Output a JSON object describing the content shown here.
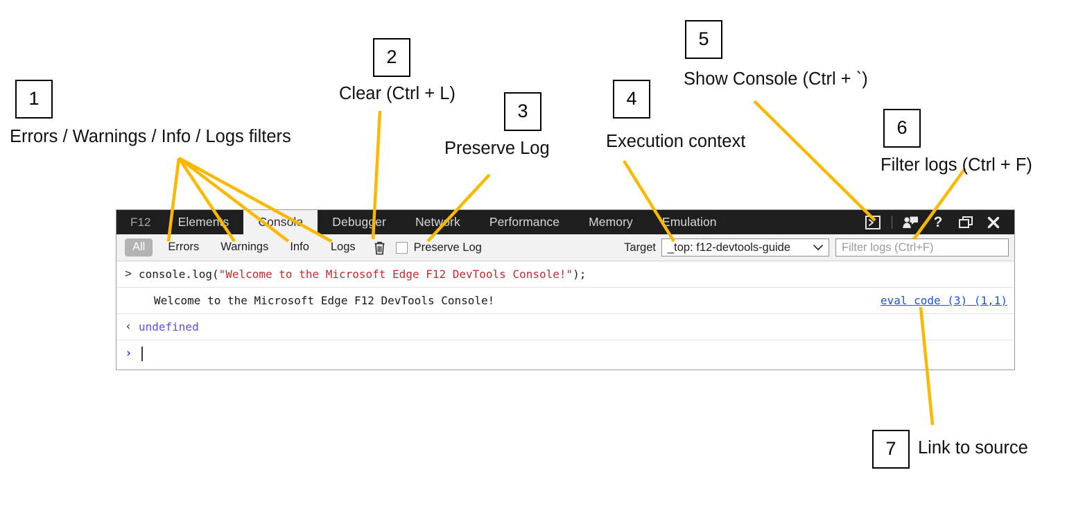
{
  "annotations": [
    {
      "num": "1",
      "text": "Errors / Warnings / Info / Logs filters"
    },
    {
      "num": "2",
      "text": "Clear (Ctrl + L)"
    },
    {
      "num": "3",
      "text": "Preserve Log"
    },
    {
      "num": "4",
      "text": "Execution context"
    },
    {
      "num": "5",
      "text": "Show Console (Ctrl + `)"
    },
    {
      "num": "6",
      "text": "Filter logs (Ctrl + F)"
    },
    {
      "num": "7",
      "text": "Link to source"
    }
  ],
  "leader_color": "#FBB800",
  "devtools": {
    "tabs": [
      {
        "label": "F12",
        "active": false,
        "brand": true
      },
      {
        "label": "Elements",
        "active": false
      },
      {
        "label": "Console",
        "active": true
      },
      {
        "label": "Debugger",
        "active": false
      },
      {
        "label": "Network",
        "active": false
      },
      {
        "label": "Performance",
        "active": false
      },
      {
        "label": "Memory",
        "active": false
      },
      {
        "label": "Emulation",
        "active": false
      }
    ],
    "tool_icons": [
      {
        "name": "show-console-icon",
        "glyph": ">"
      },
      {
        "name": "feedback-icon",
        "glyph": ""
      },
      {
        "name": "help-icon",
        "glyph": "?"
      },
      {
        "name": "undock-icon",
        "glyph": ""
      },
      {
        "name": "close-icon",
        "glyph": "✕"
      }
    ],
    "toolbar": {
      "filters": [
        {
          "label": "All",
          "selected": true
        },
        {
          "label": "Errors",
          "selected": false
        },
        {
          "label": "Warnings",
          "selected": false
        },
        {
          "label": "Info",
          "selected": false
        },
        {
          "label": "Logs",
          "selected": false
        }
      ],
      "clear_icon": "trash-icon",
      "preserve_log_label": "Preserve Log",
      "preserve_log_checked": false,
      "target_label": "Target",
      "target_value": "_top: f12-devtools-guide",
      "filter_placeholder": "Filter logs (Ctrl+F)"
    },
    "console_rows": [
      {
        "type": "input",
        "gutter": ">",
        "code_prefix": "console.log(",
        "code_string": "\"Welcome to the Microsoft Edge F12 DevTools Console!\"",
        "code_suffix": ");"
      },
      {
        "type": "output",
        "gutter": "",
        "message": "Welcome to the Microsoft Edge F12 DevTools Console!",
        "source_link": "eval code (3) (1,1)"
      },
      {
        "type": "result",
        "gutter": "‹",
        "value": "undefined"
      },
      {
        "type": "prompt",
        "gutter": "›",
        "value": ""
      }
    ]
  }
}
